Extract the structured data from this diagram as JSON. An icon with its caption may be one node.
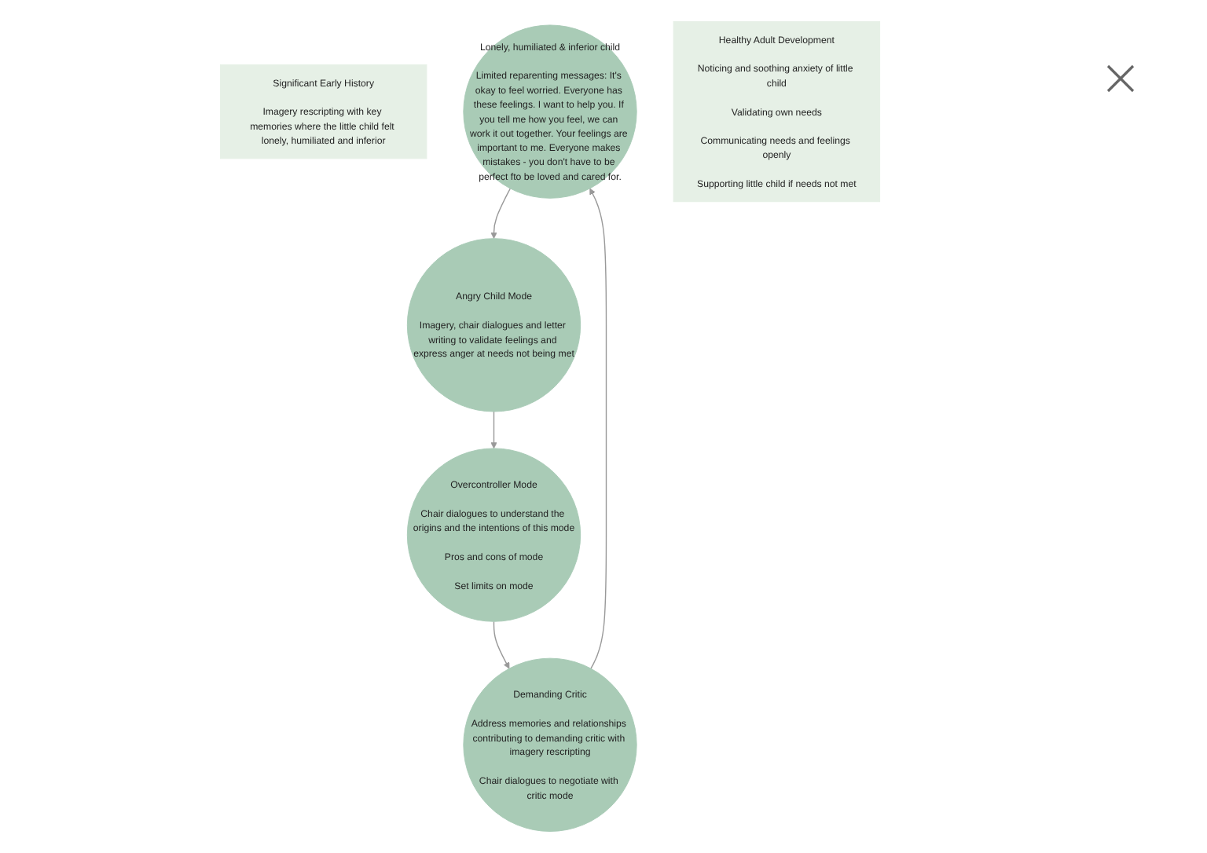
{
  "diagram": {
    "nodes": [
      {
        "text": [
          "Significant Early History",
          "Imagery rescripting with key memories where the little child felt lonely, humiliated and inferior"
        ]
      },
      {
        "text": [
          "Lonely, humiliated & inferior child",
          "Limited reparenting messages: It's okay to feel worried. Everyone has these feelings. I want to help you. If you tell me how you feel, we can work it out together. Your feelings are important to me. Everyone makes mistakes - you don't have to be perfect fto be loved and cared for."
        ]
      },
      {
        "text": [
          "Healthy Adult Development",
          "Noticing and soothing anxiety of little child",
          "Validating own needs",
          "Communicating needs and feelings openly",
          "Supporting little child if needs not met"
        ]
      },
      {
        "text": [
          "Angry Child Mode",
          "Imagery, chair dialogues and letter writing to validate feelings and express anger at needs not being met"
        ]
      },
      {
        "text": [
          "Demanding Critic",
          "Address memories and relationships contributing to demanding critic with imagery rescripting",
          "Chair dialogues to negotiate with critic mode"
        ]
      },
      {
        "text": [
          "Overcontroller Mode",
          "Chair dialogues to understand the origins and the intentions of this mode",
          "Pros and cons of mode",
          "Set limits on mode"
        ]
      }
    ],
    "edges": [
      {
        "from": 1,
        "to": 3,
        "arrow": "to"
      },
      {
        "from": 3,
        "to": 5,
        "arrow": "to"
      },
      {
        "from": 5,
        "to": 4,
        "arrow": "to"
      },
      {
        "from": 4,
        "to": 1,
        "arrow": "to"
      }
    ]
  }
}
